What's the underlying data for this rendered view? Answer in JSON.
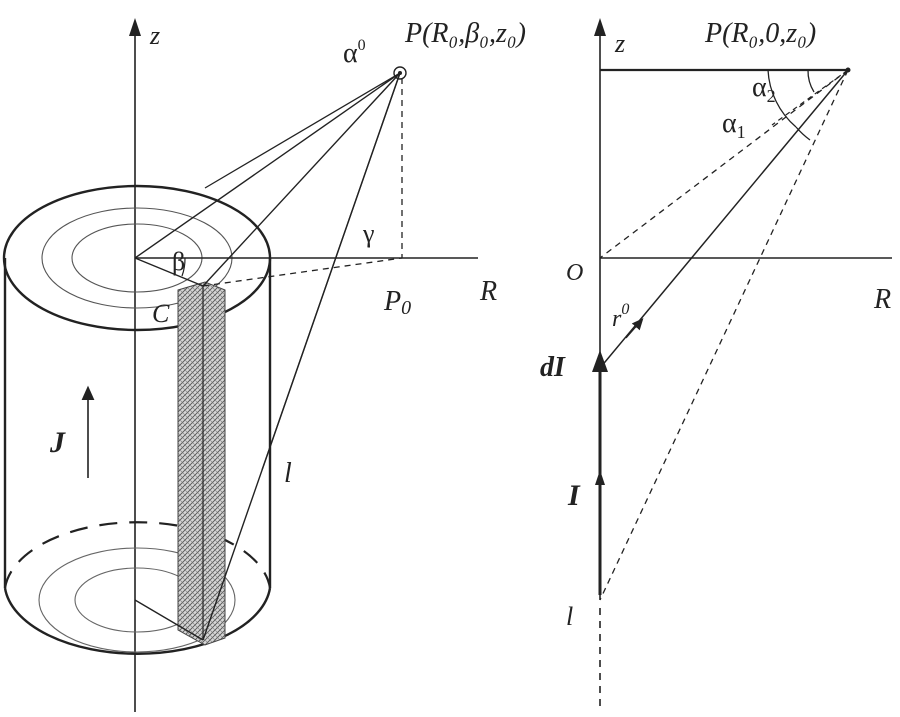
{
  "left_figure": {
    "axis_z": "z",
    "axis_R": "R",
    "alpha0_base": "α",
    "alpha0_sup": "0",
    "point_P_text": "P(R₀,β₀,z₀)",
    "beta": "β",
    "gamma": "γ",
    "P0_base": "P",
    "P0_sub": "0",
    "C": "C",
    "J": "J",
    "l": "l"
  },
  "right_figure": {
    "axis_z": "z",
    "axis_R": "R",
    "origin": "O",
    "point_P_text": "P(R₀,0,z₀)",
    "alpha2_base": "α",
    "alpha2_sub": "2",
    "alpha1_base": "α",
    "alpha1_sub": "1",
    "r0_base": "r",
    "r0_sup": "0",
    "dI": "dI",
    "I": "I",
    "l": "l"
  },
  "colors": {
    "ink": "#222222",
    "hatch": "#7a7a7a"
  }
}
